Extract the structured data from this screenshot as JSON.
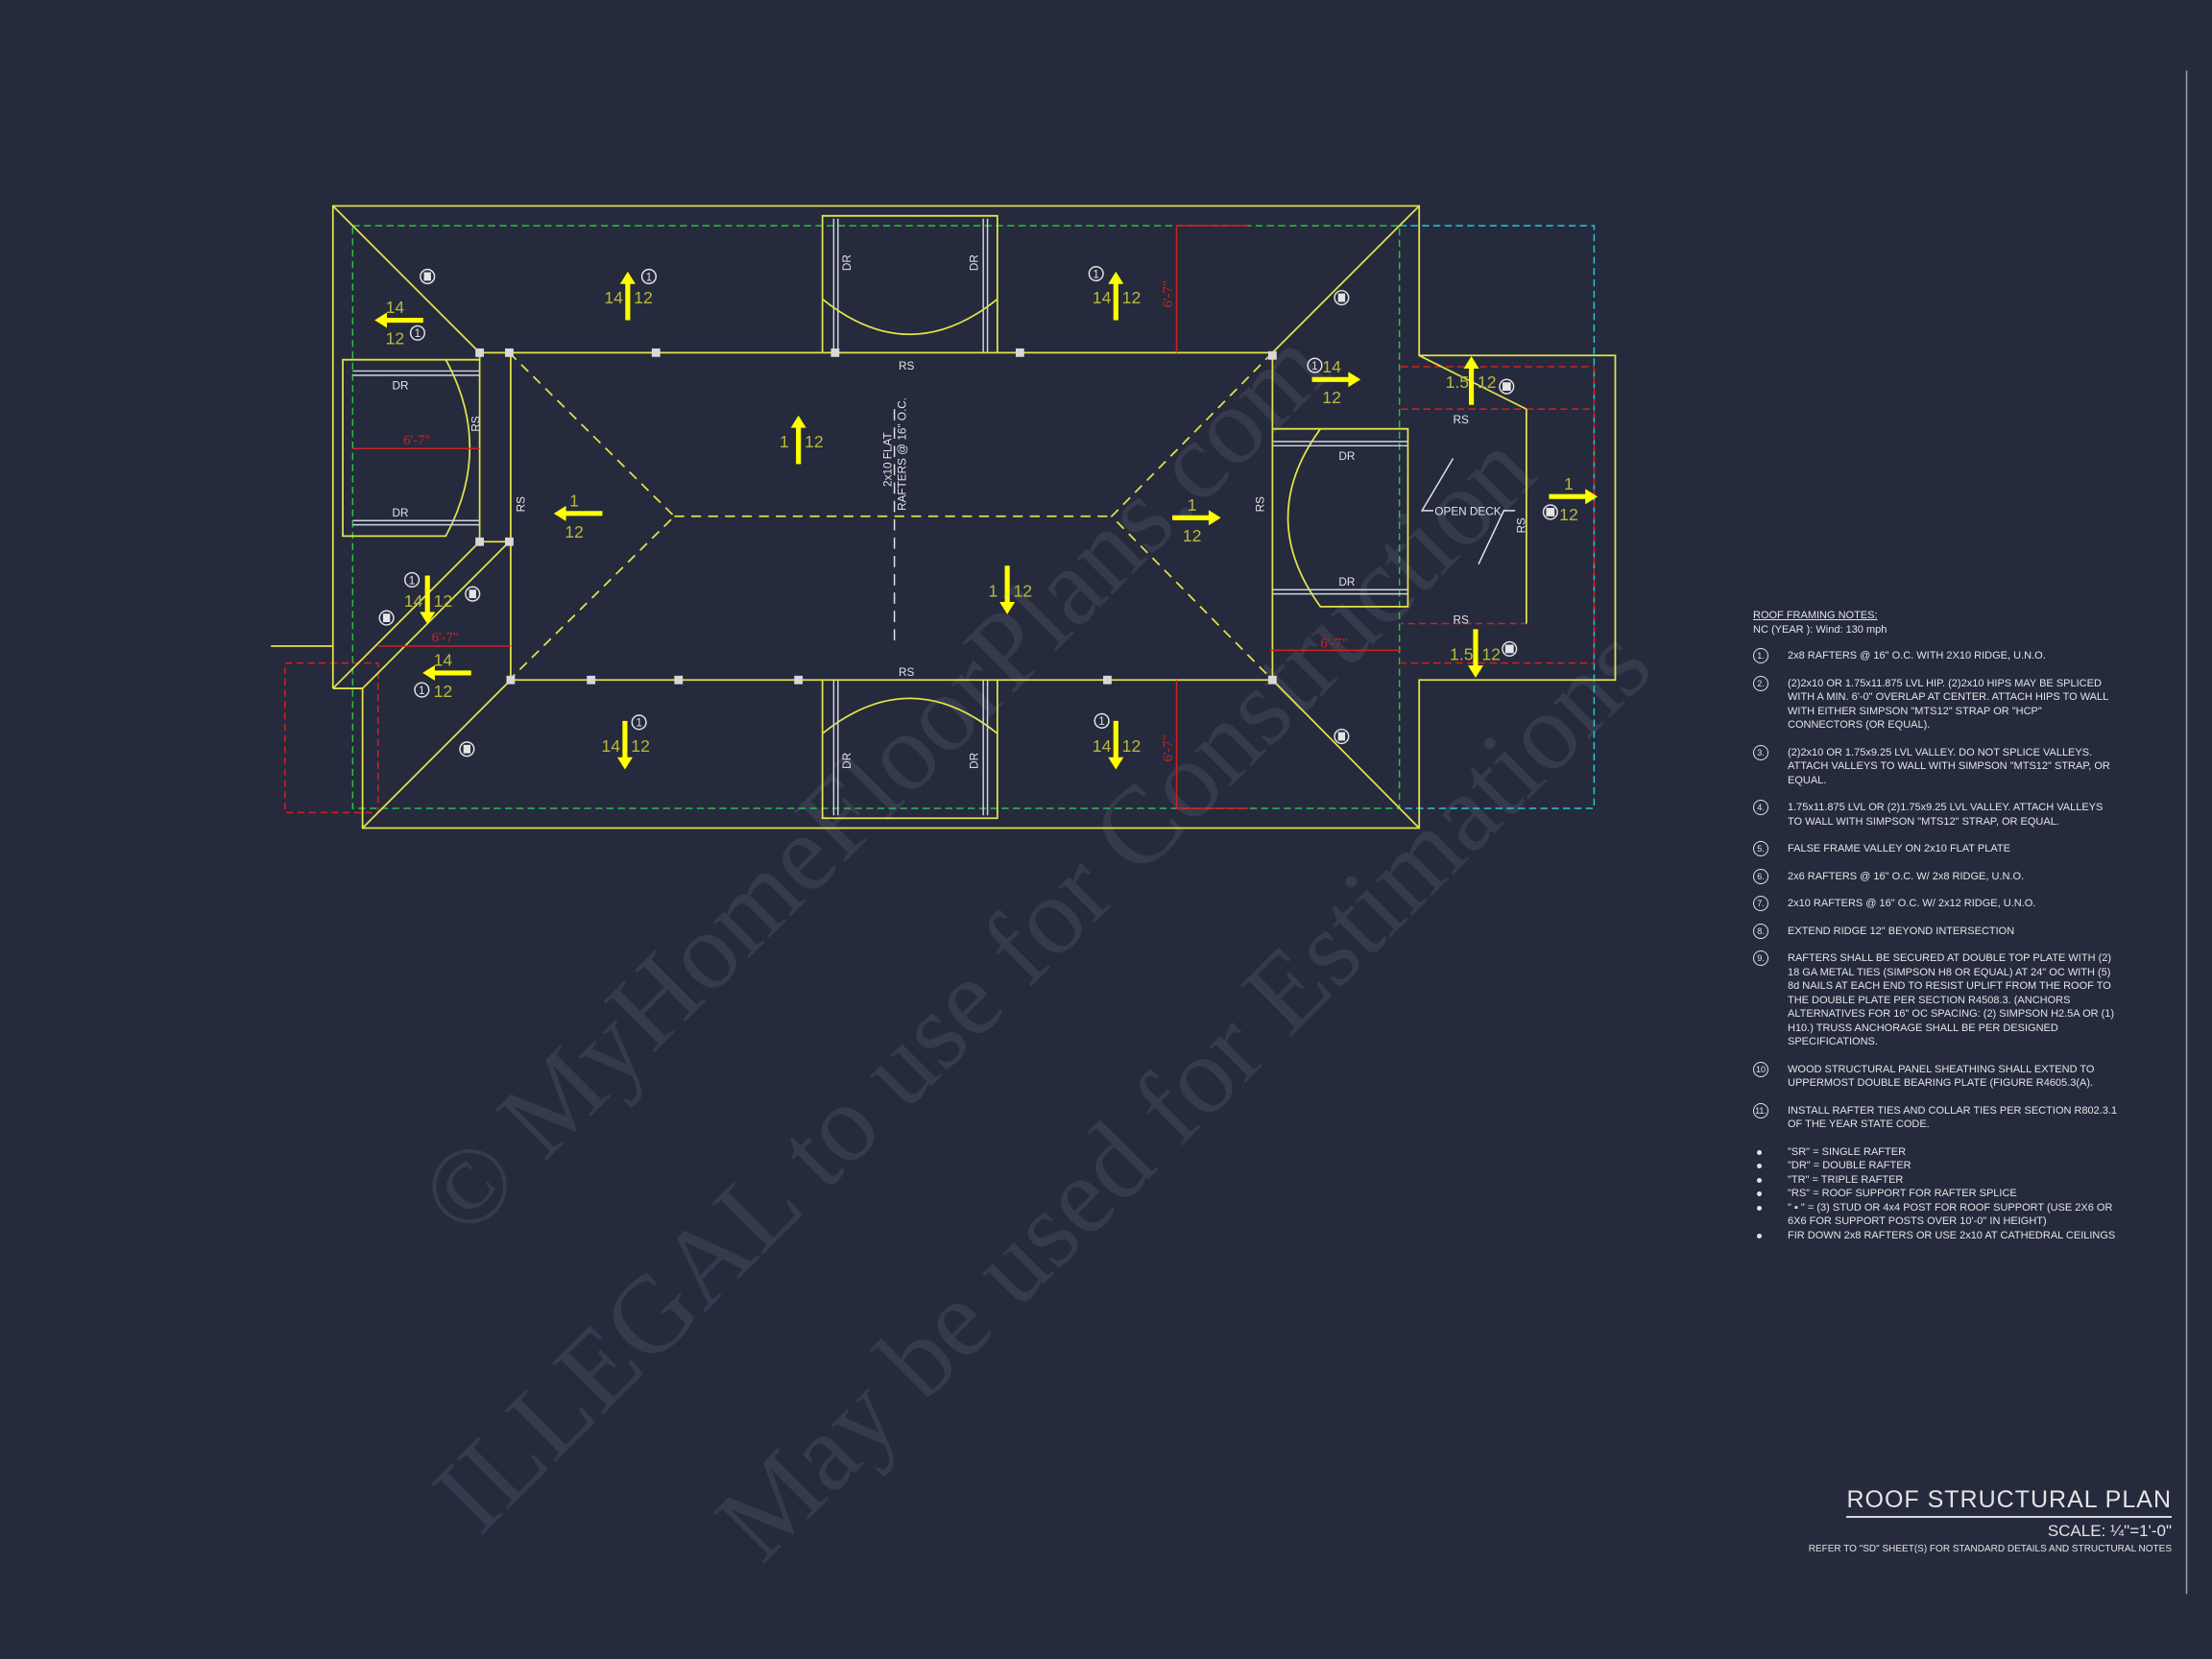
{
  "colors": {
    "background": "#252a3d",
    "outline": "#e2e24a",
    "arrow": "#ffff00",
    "pitch_text": "#b8b83c",
    "eave_dashed": "#2fbf3f",
    "dimension": "#d42020",
    "deck_outline": "#28c8d8",
    "annotation": "#e4e4e4"
  },
  "watermark": {
    "line1": "© MyHomeFloorPlans.com",
    "line2": "ILLEGAL to use for Construction",
    "line3": "May be used for Estimations"
  },
  "plan": {
    "dr": "DR",
    "rs": "RS",
    "flat_line1": "2x10 FLAT",
    "flat_line2": "RAFTERS @ 16\" O.C.",
    "dimension": "6'-7\"",
    "open_deck": "OPEN DECK",
    "pitches": [
      {
        "rise": "14",
        "run": "12",
        "note": "1",
        "dir": "up"
      },
      {
        "rise": "14",
        "run": "12",
        "note": "1",
        "dir": "left"
      },
      {
        "rise": "1",
        "run": "12",
        "note": "",
        "dir": "up"
      },
      {
        "rise": "1",
        "run": "12",
        "note": "",
        "dir": "left"
      },
      {
        "rise": "14",
        "run": "12",
        "note": "1",
        "dir": "down"
      },
      {
        "rise": "14",
        "run": "12",
        "note": "1",
        "dir": "left"
      },
      {
        "rise": "14",
        "run": "12",
        "note": "1",
        "dir": "down"
      },
      {
        "rise": "1",
        "run": "12",
        "note": "",
        "dir": "down"
      },
      {
        "rise": "14",
        "run": "12",
        "note": "1",
        "dir": "up"
      },
      {
        "rise": "14",
        "run": "12",
        "note": "1",
        "dir": "down"
      },
      {
        "rise": "1",
        "run": "12",
        "note": "",
        "dir": "right"
      },
      {
        "rise": "14",
        "run": "12",
        "note": "1",
        "dir": "right"
      },
      {
        "rise": "1.5",
        "run": "12",
        "note": "",
        "dir": "up"
      },
      {
        "rise": "1.5",
        "run": "12",
        "note": "",
        "dir": "down"
      },
      {
        "rise": "1",
        "run": "12",
        "note": "",
        "dir": "right"
      }
    ]
  },
  "notes": {
    "title": "ROOF FRAMING NOTES:",
    "subtitle": "NC (YEAR ): Wind: 130 mph",
    "items": [
      {
        "num": "1.",
        "text": "2x8 RAFTERS @ 16\" O.C. WITH 2X10 RIDGE, U.N.O."
      },
      {
        "num": "2.",
        "text": "(2)2x10 OR 1.75x11.875 LVL HIP.  (2)2x10 HIPS MAY BE SPLICED WITH A MIN. 6'-0\" OVERLAP AT CENTER. ATTACH HIPS TO WALL WITH EITHER SIMPSON \"MTS12\" STRAP OR \"HCP\" CONNECTORS (OR EQUAL)."
      },
      {
        "num": "3.",
        "text": "(2)2x10 OR 1.75x9.25 LVL VALLEY.  DO NOT SPLICE VALLEYS.  ATTACH VALLEYS TO WALL WITH  SIMPSON \"MTS12\" STRAP, OR EQUAL."
      },
      {
        "num": "4.",
        "text": "1.75x11.875 LVL OR (2)1.75x9.25 LVL VALLEY.  ATTACH VALLEYS TO WALL WITH SIMPSON \"MTS12\" STRAP, OR EQUAL."
      },
      {
        "num": "5.",
        "text": "FALSE FRAME VALLEY ON 2x10 FLAT PLATE"
      },
      {
        "num": "6.",
        "text": "2x6 RAFTERS @ 16\" O.C. W/ 2x8 RIDGE, U.N.O."
      },
      {
        "num": "7.",
        "text": "2x10 RAFTERS @ 16\" O.C. W/ 2x12 RIDGE, U.N.O."
      },
      {
        "num": "8.",
        "text": "EXTEND RIDGE 12\" BEYOND INTERSECTION"
      },
      {
        "num": "9.",
        "text": "RAFTERS SHALL BE SECURED AT DOUBLE TOP PLATE WITH (2) 18 GA METAL TIES (SIMPSON H8 OR EQUAL) AT 24\" OC WITH (5) 8d NAILS AT EACH END TO RESIST UPLIFT FROM THE ROOF TO THE DOUBLE PLATE PER SECTION R4508.3. (ANCHORS ALTERNATIVES FOR 16\" OC SPACING: (2) SIMPSON H2.5A OR (1) H10.) TRUSS ANCHORAGE SHALL BE PER DESIGNED SPECIFICATIONS."
      },
      {
        "num": "10",
        "text": "WOOD STRUCTURAL PANEL SHEATHING SHALL EXTEND TO UPPERMOST DOUBLE BEARING PLATE (FIGURE R4605.3(A)."
      },
      {
        "num": "11.",
        "text": "INSTALL RAFTER TIES AND COLLAR TIES PER SECTION R802.3.1 OF THE YEAR STATE CODE."
      }
    ],
    "legend": [
      "\"SR\"  = SINGLE RAFTER",
      "\"DR\" = DOUBLE RAFTER",
      "\"TR\" = TRIPLE RAFTER",
      "\"RS\" = ROOF SUPPORT FOR RAFTER SPLICE",
      "\" ▪ \" = (3) STUD OR 4x4 POST FOR ROOF SUPPORT (USE 2X6 OR 6X6 FOR SUPPORT POSTS OVER 10'-0\" IN HEIGHT)",
      "FIR DOWN 2x8 RAFTERS OR USE 2x10 AT CATHEDRAL CEILINGS"
    ]
  },
  "title_block": {
    "title": "ROOF STRUCTURAL PLAN",
    "scale": "SCALE: ¼\"=1'-0\"",
    "reference": "REFER TO \"SD\" SHEET(S) FOR STANDARD DETAILS AND STRUCTURAL NOTES"
  }
}
